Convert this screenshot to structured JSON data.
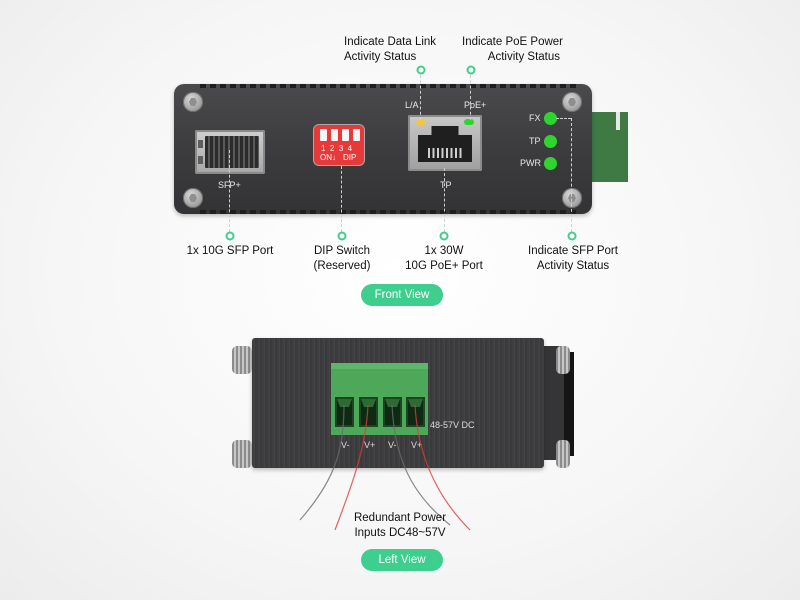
{
  "front_view": {
    "callouts": {
      "data_link": "Indicate Data Link\nActivity Status",
      "data_link_line1": "Indicate Data Link",
      "data_link_line2": "Activity Status",
      "poe_power_line1": "Indicate PoE Power",
      "poe_power_line2": "Activity Status",
      "sfp_port": "1x 10G SFP Port",
      "dip_line1": "DIP Switch",
      "dip_line2": "(Reserved)",
      "poe_port_line1": "1x 30W",
      "poe_port_line2": "10G PoE+ Port",
      "sfp_status_line1": "Indicate SFP Port",
      "sfp_status_line2": "Activity Status"
    },
    "device_labels": {
      "sfp": "SFP+",
      "dip_numbers": "1  2  3  4",
      "dip_on": "ON↓",
      "dip_dip": "DIP",
      "la": "L/A",
      "poe": "PoE+",
      "tp_port": "TP",
      "leds": [
        "FX",
        "TP",
        "PWR"
      ]
    },
    "led_colors": {
      "link_activity": "#f5c542",
      "poe": "#2ed52e",
      "status": "#2ed52e"
    },
    "badge": "Front View"
  },
  "left_view": {
    "terminal_labels": [
      "V-",
      "V+",
      "V-",
      "V+"
    ],
    "voltage_label": "48-57V DC",
    "callout_line1": "Redundant Power",
    "callout_line2": "Inputs DC48~57V",
    "badge": "Left View"
  },
  "colors": {
    "accent": "#3ecf8e",
    "terminal_green": "#4ea85a",
    "wire_red": "#e23a3a",
    "wire_gray": "#6b6b6b"
  }
}
